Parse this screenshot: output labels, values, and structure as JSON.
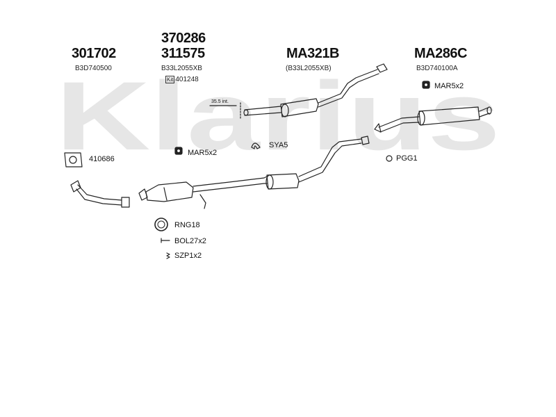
{
  "watermark": "Klarius",
  "headers": {
    "col1": {
      "part": "301702",
      "ref": "B3D740500"
    },
    "col2": {
      "part_top": "370286",
      "part": "311575",
      "ref": "B33L2055XB",
      "kit_tag": "Kit",
      "kit_number": "401248"
    },
    "col3": {
      "part": "MA321B",
      "ref": "(B33L2055XB)"
    },
    "col4": {
      "part": "MA286C",
      "ref": "B3D740100A"
    }
  },
  "annotations": {
    "dimension": "35.5 int."
  },
  "fittings": {
    "gasket": "410686",
    "mar_left": "MAR5x2",
    "sya": "SYA5",
    "pgg": "PGG1",
    "mar_right": "MAR5x2",
    "ring": "RNG18",
    "bolt": "BOL27x2",
    "spring": "SZP1x2"
  },
  "colors": {
    "watermark": "#e6e6e6",
    "line": "#222222"
  }
}
